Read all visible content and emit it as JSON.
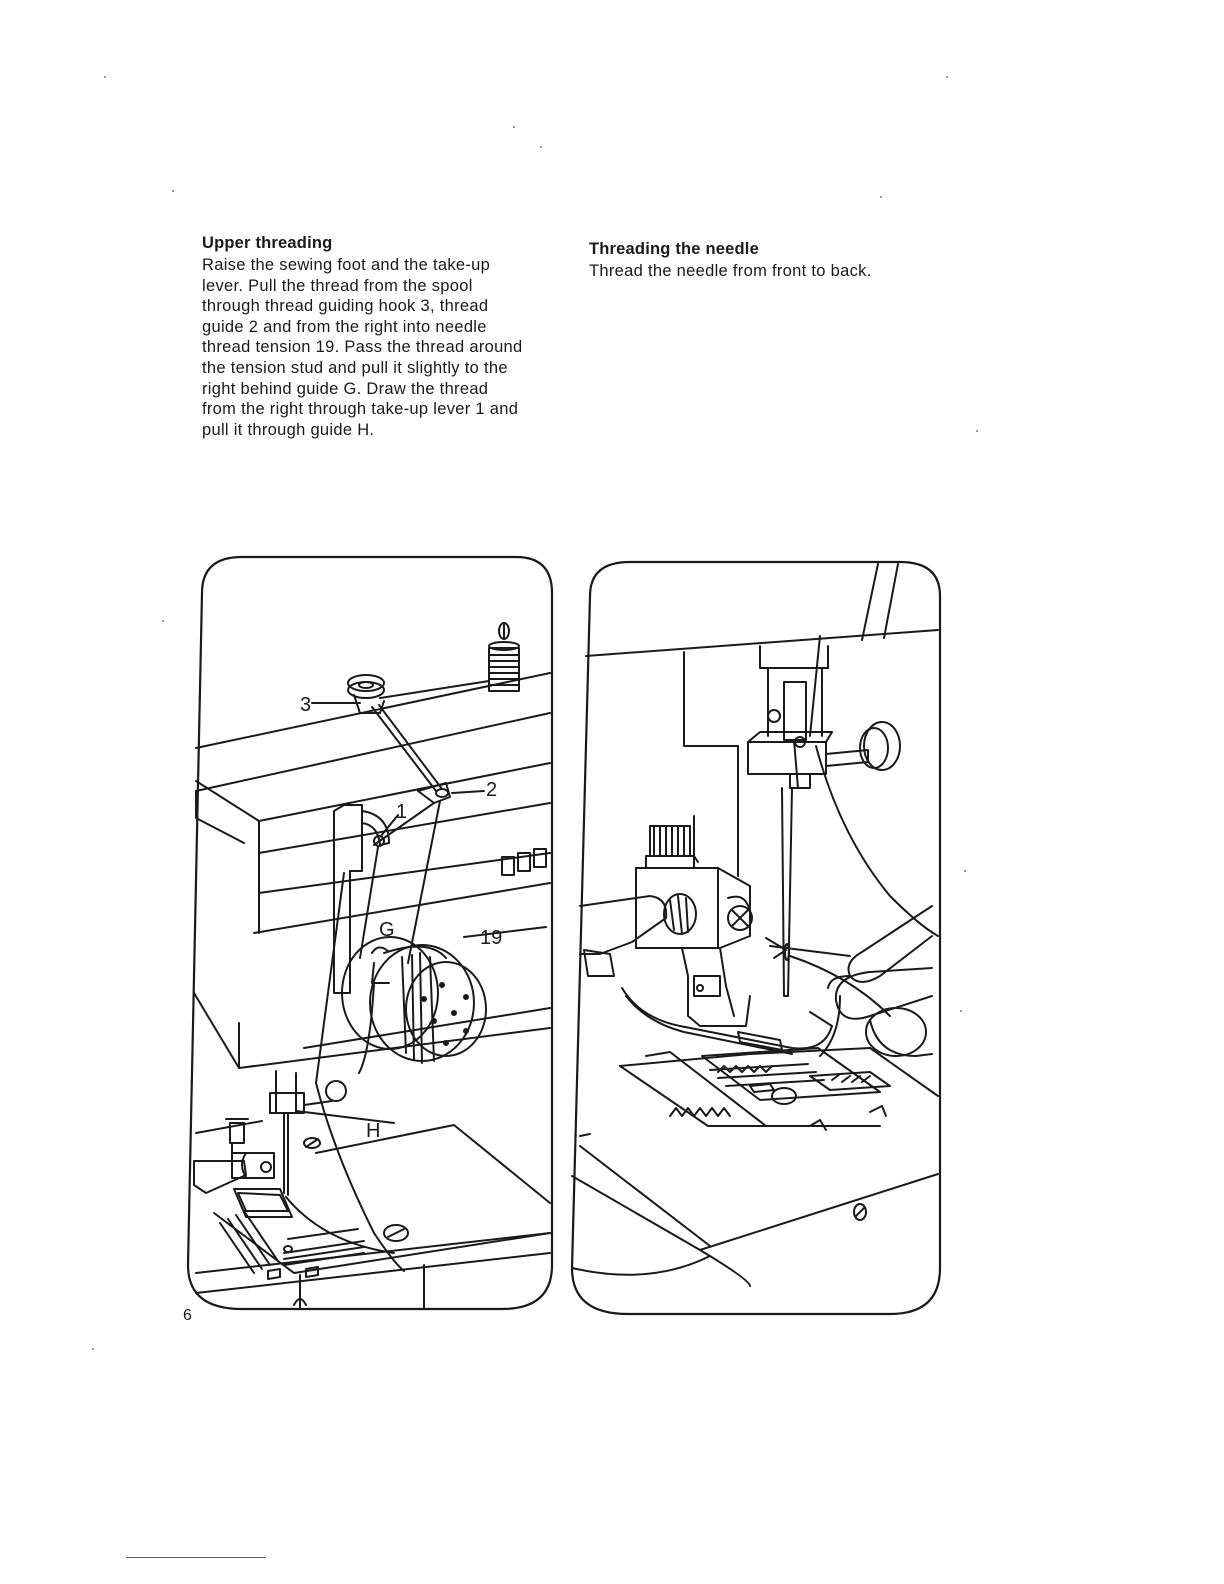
{
  "upper_threading": {
    "heading": "Upper threading",
    "lines": [
      "Raise the sewing foot and the take-up",
      "lever. Pull the thread from the spool",
      "through thread guiding hook 3, thread",
      "guide 2 and from the right into needle",
      "thread tension 19. Pass the thread around",
      "the tension stud and pull it slightly to the",
      "right behind guide G. Draw the thread",
      "from the right through take-up lever 1 and",
      "pull it through guide H."
    ]
  },
  "threading_needle": {
    "heading": "Threading the needle",
    "text": "Thread the needle from front to back."
  },
  "figure_left": {
    "labels": {
      "hook": "3",
      "guide": "2",
      "lever": "1",
      "tension": "19",
      "guide_g": "G",
      "guide_h": "H"
    }
  },
  "page_number": "6"
}
